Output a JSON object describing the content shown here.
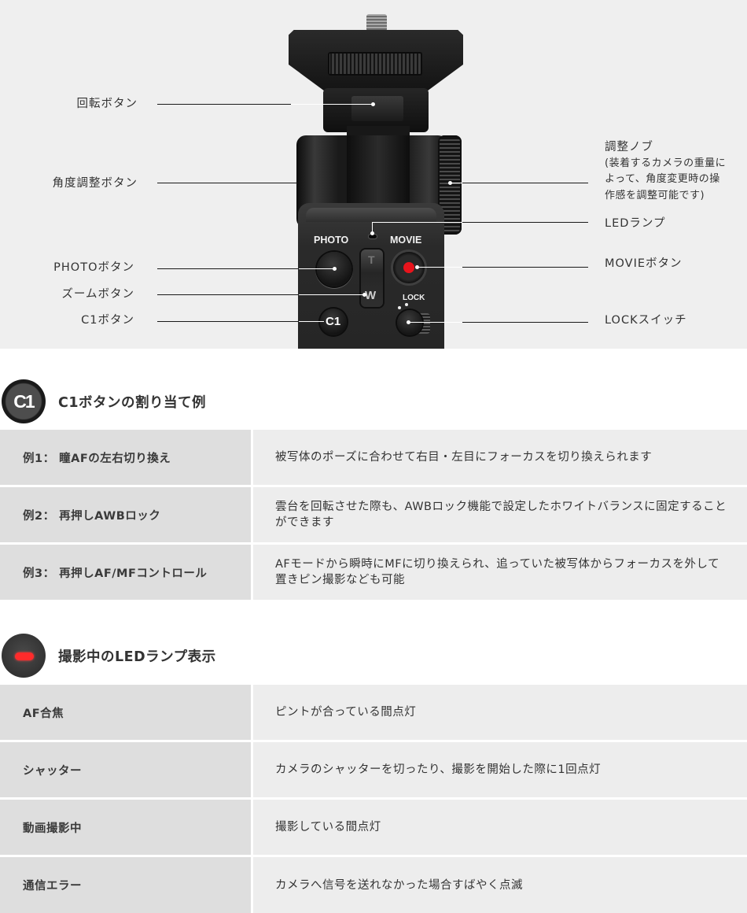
{
  "diagram": {
    "device_labels": {
      "photo": "PHOTO",
      "movie": "MOVIE",
      "lock": "LOCK",
      "zoom_t": "T",
      "zoom_w": "W",
      "c1": "C1"
    },
    "callouts_left": [
      {
        "id": "rotate",
        "label": "回転ボタン"
      },
      {
        "id": "angle",
        "label": "角度調整ボタン"
      },
      {
        "id": "photo",
        "label": "PHOTOボタン"
      },
      {
        "id": "zoom",
        "label": "ズームボタン"
      },
      {
        "id": "c1",
        "label": "C1ボタン"
      }
    ],
    "callouts_right": [
      {
        "id": "knob",
        "label": "調整ノブ",
        "note": "(装着するカメラの重量によって、角度変更時の操作感を調整可能です)"
      },
      {
        "id": "led",
        "label": "LEDランプ"
      },
      {
        "id": "movie",
        "label": "MOVIEボタン"
      },
      {
        "id": "lock",
        "label": "LOCKスイッチ"
      }
    ]
  },
  "section_c1": {
    "icon": "c1-button-icon",
    "icon_text": "C1",
    "title": "C1ボタンの割り当て例",
    "rows": [
      {
        "key": "例1： 瞳AFの左右切り換え",
        "value": "被写体のポーズに合わせて右目・左目にフォーカスを切り換えられます"
      },
      {
        "key": "例2： 再押しAWBロック",
        "value": "雲台を回転させた際も、AWBロック機能で設定したホワイトバランスに固定することができます"
      },
      {
        "key": "例3： 再押しAF/MFコントロール",
        "value": "AFモードから瞬時にMFに切り換えられ、追っていた被写体からフォーカスを外して置きピン撮影なども可能"
      }
    ]
  },
  "section_led": {
    "icon": "led-lamp-icon",
    "title": "撮影中のLEDランプ表示",
    "rows": [
      {
        "key": "AF合焦",
        "value": "ピントが合っている間点灯"
      },
      {
        "key": "シャッター",
        "value": "カメラのシャッターを切ったり、撮影を開始した際に1回点灯"
      },
      {
        "key": "動画撮影中",
        "value": "撮影している間点灯"
      },
      {
        "key": "通信エラー",
        "value": "カメラへ信号を送れなかった場合すばやく点滅"
      }
    ]
  },
  "colors": {
    "diagram_bg": "#efefef",
    "key_cell_bg": "#dedede",
    "value_cell_bg": "#ededed",
    "led_red": "#ff2b2b",
    "movie_red": "#e8141c"
  }
}
